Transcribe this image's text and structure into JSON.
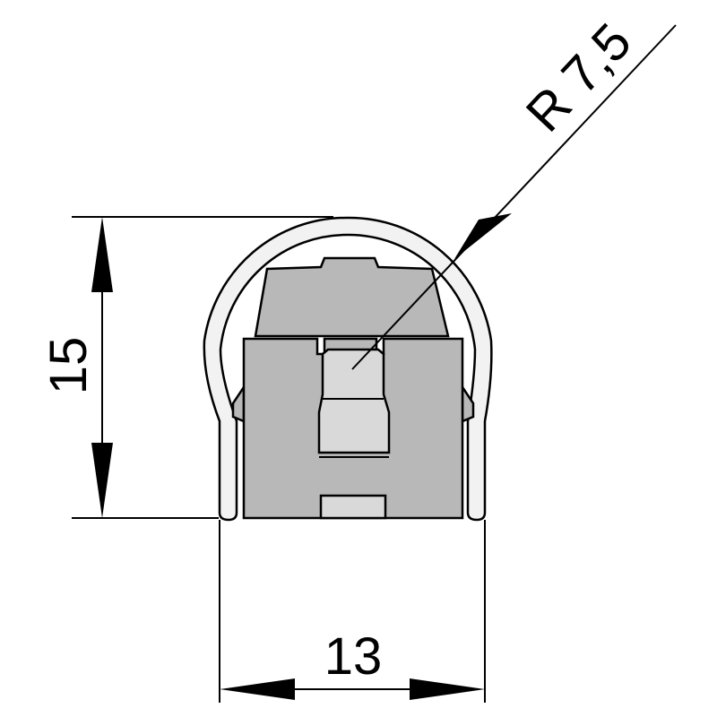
{
  "dimensions": {
    "height_label": "15",
    "width_label": "13",
    "radius_label": "R 7,5"
  },
  "colors": {
    "background": "#ffffff",
    "line": "#000000",
    "profile_fill": "#f2f2f2",
    "insert_fill": "#b8b8b8",
    "slot_fill": "#d9d9d9"
  }
}
